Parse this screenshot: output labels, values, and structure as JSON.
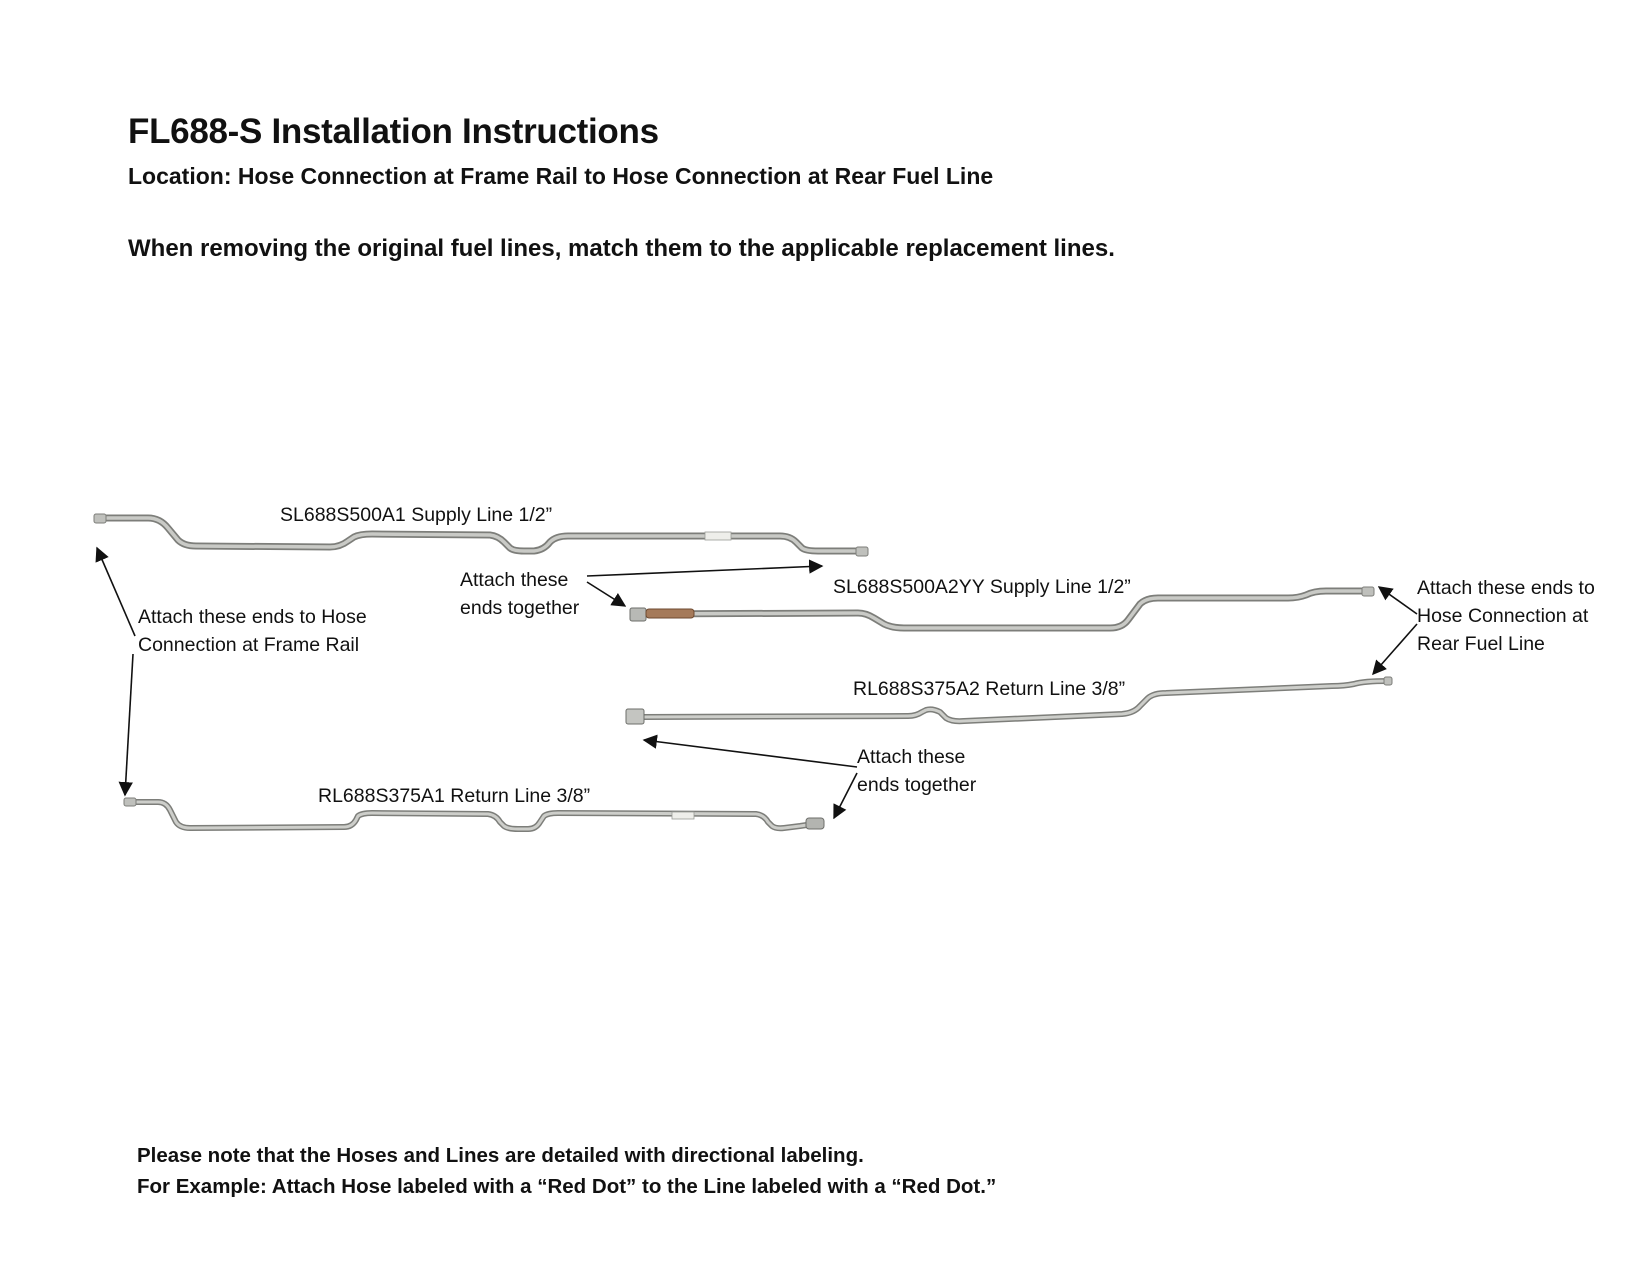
{
  "header": {
    "title": "FL688-S Installation Instructions",
    "location": "Location: Hose Connection at Frame Rail to Hose Connection at Rear Fuel Line",
    "instruction": "When removing the original fuel lines, match them to the applicable replacement lines."
  },
  "lines": [
    {
      "id": "SL688S500A1",
      "label": "SL688S500A1 Supply Line 1/2”"
    },
    {
      "id": "SL688S500A2YY",
      "label": "SL688S500A2YY Supply Line 1/2”"
    },
    {
      "id": "RL688S375A2",
      "label": "RL688S375A2 Return Line 3/8”"
    },
    {
      "id": "RL688S375A1",
      "label": "RL688S375A1 Return Line 3/8”"
    }
  ],
  "callouts": {
    "frame_rail": {
      "line1": "Attach these ends to Hose",
      "line2": "Connection at Frame Rail"
    },
    "supply_join": {
      "line1": "Attach these",
      "line2": "ends together"
    },
    "rear_fuel": {
      "line1": "Attach these ends to",
      "line2": "Hose Connection at",
      "line3": "Rear Fuel Line"
    },
    "return_join": {
      "line1": "Attach these",
      "line2": "ends together"
    }
  },
  "footer": {
    "note1": "Please note that the Hoses and Lines are detailed with directional labeling.",
    "note2": "For Example: Attach Hose labeled with a “Red Dot” to the Line labeled with a “Red Dot.”"
  },
  "colors": {
    "tube": "#a9aaa6",
    "tube_highlight": "#d7d8d4",
    "tube_edge": "#7d7e7a",
    "arrow": "#111111",
    "fitting": "#9a6b4b"
  }
}
